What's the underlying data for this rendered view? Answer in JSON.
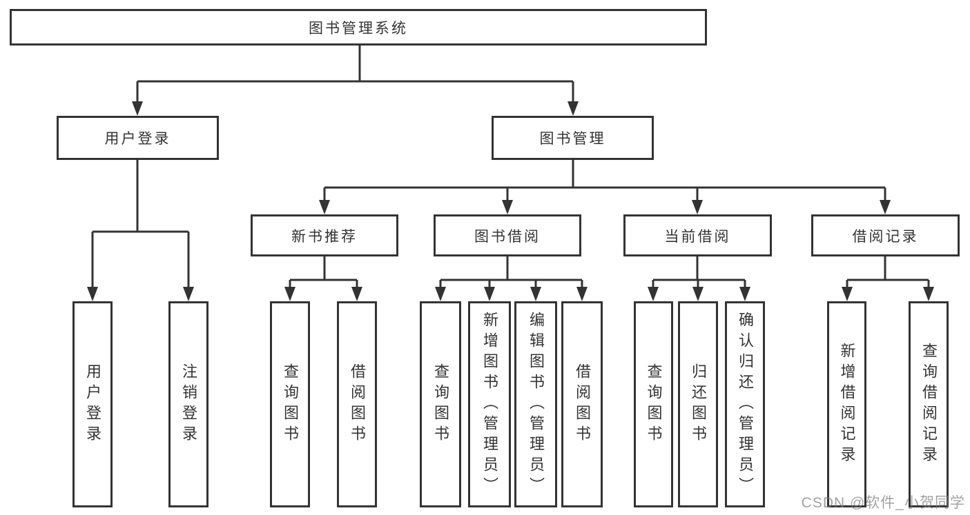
{
  "diagram": {
    "root": {
      "label": "图书管理系统"
    },
    "branches": [
      {
        "label": "用户登录",
        "children": [
          {
            "label": "用户登录"
          },
          {
            "label": "注销登录"
          }
        ]
      },
      {
        "label": "图书管理",
        "children": [
          {
            "label": "新书推荐",
            "children": [
              {
                "label": "查询图书"
              },
              {
                "label": "借阅图书"
              }
            ]
          },
          {
            "label": "图书借阅",
            "children": [
              {
                "label": "查询图书"
              },
              {
                "label": "新增图书（管理员）"
              },
              {
                "label": "编辑图书（管理员）"
              },
              {
                "label": "借阅图书"
              }
            ]
          },
          {
            "label": "当前借阅",
            "children": [
              {
                "label": "查询图书"
              },
              {
                "label": "归还图书"
              },
              {
                "label": "确认归还（管理员）"
              }
            ]
          },
          {
            "label": "借阅记录",
            "children": [
              {
                "label": "新增借阅记录"
              },
              {
                "label": "查询借阅记录"
              }
            ]
          }
        ]
      }
    ]
  },
  "watermark": {
    "text": "CSDN @软件_小贺同学"
  },
  "colors": {
    "line": "#333333",
    "box_border": "#333333",
    "box_background": "#ffffff",
    "text": "#333333",
    "watermark_gray": "#7d7d7d"
  }
}
